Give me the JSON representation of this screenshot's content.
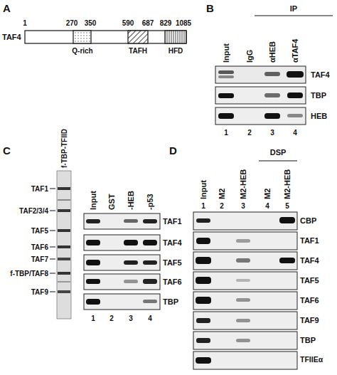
{
  "diagram": {
    "labels": [
      "A",
      "1",
      "270",
      "350",
      "590",
      "687",
      "829",
      "1085",
      "TAF4",
      "Q-rich",
      "TAFH",
      "HFD",
      "B",
      "IP",
      "Input",
      "IgG",
      "αHEB",
      "αTAF4",
      "TAF4",
      "TBP",
      "HEB",
      "1",
      "2",
      "3",
      "4",
      "C",
      "f-TBP-TFIID",
      "TAF1",
      "TAF2/3/4",
      "TAF5",
      "TAF6",
      "TAF7",
      "f-TBP/TAF8",
      "TAF9",
      "Input",
      "GST",
      "-HEB",
      "-p53",
      "TAF1",
      "TAF4",
      "TAF5",
      "TAF6",
      "TBP",
      "1",
      "2",
      "3",
      "4",
      "D",
      "DSP",
      "Input",
      "M2",
      "M2-HEB",
      "M2",
      "M2-HEB",
      "1",
      "2",
      "3",
      "4",
      "5",
      "CBP",
      "TAF1",
      "TAF4",
      "TAF5",
      "TAF6",
      "TAF9",
      "TBP",
      "TFIIEα"
    ]
  }
}
